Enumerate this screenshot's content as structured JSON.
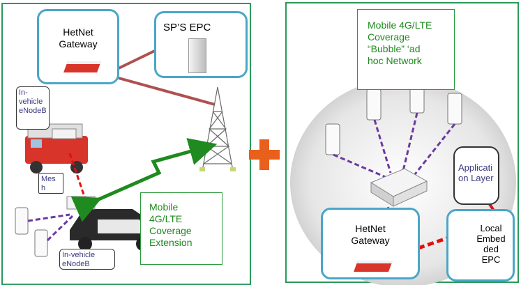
{
  "left": {
    "hetnet_gateway": "HetNet\nGateway",
    "sp_epc": "SP’S EPC",
    "in_vehicle_top": "In-\nvehicle\neNodeB",
    "mesh": "Mes\nh",
    "in_vehicle_bottom": "In-vehicle\neNodeB",
    "coverage_extension": "Mobile\n4G/LTE\nCoverage\nExtension"
  },
  "right": {
    "coverage_bubble": "Mobile 4G/LTE\nCoverage\n“Bubble” ‘ad\nhoc Network",
    "application_layer": "Applicati\non Layer",
    "hetnet_gateway": "HetNet\nGateway",
    "local_epc": "Local\nEmbed\nded\nEPC"
  },
  "colors": {
    "panel_border": "#2a9a5a",
    "box_border": "#4aa6c8",
    "link_red": "#b05050",
    "arrow_green": "#1f8a1f",
    "plus_orange": "#e8601c",
    "mesh_purple": "#6a3aa0"
  }
}
